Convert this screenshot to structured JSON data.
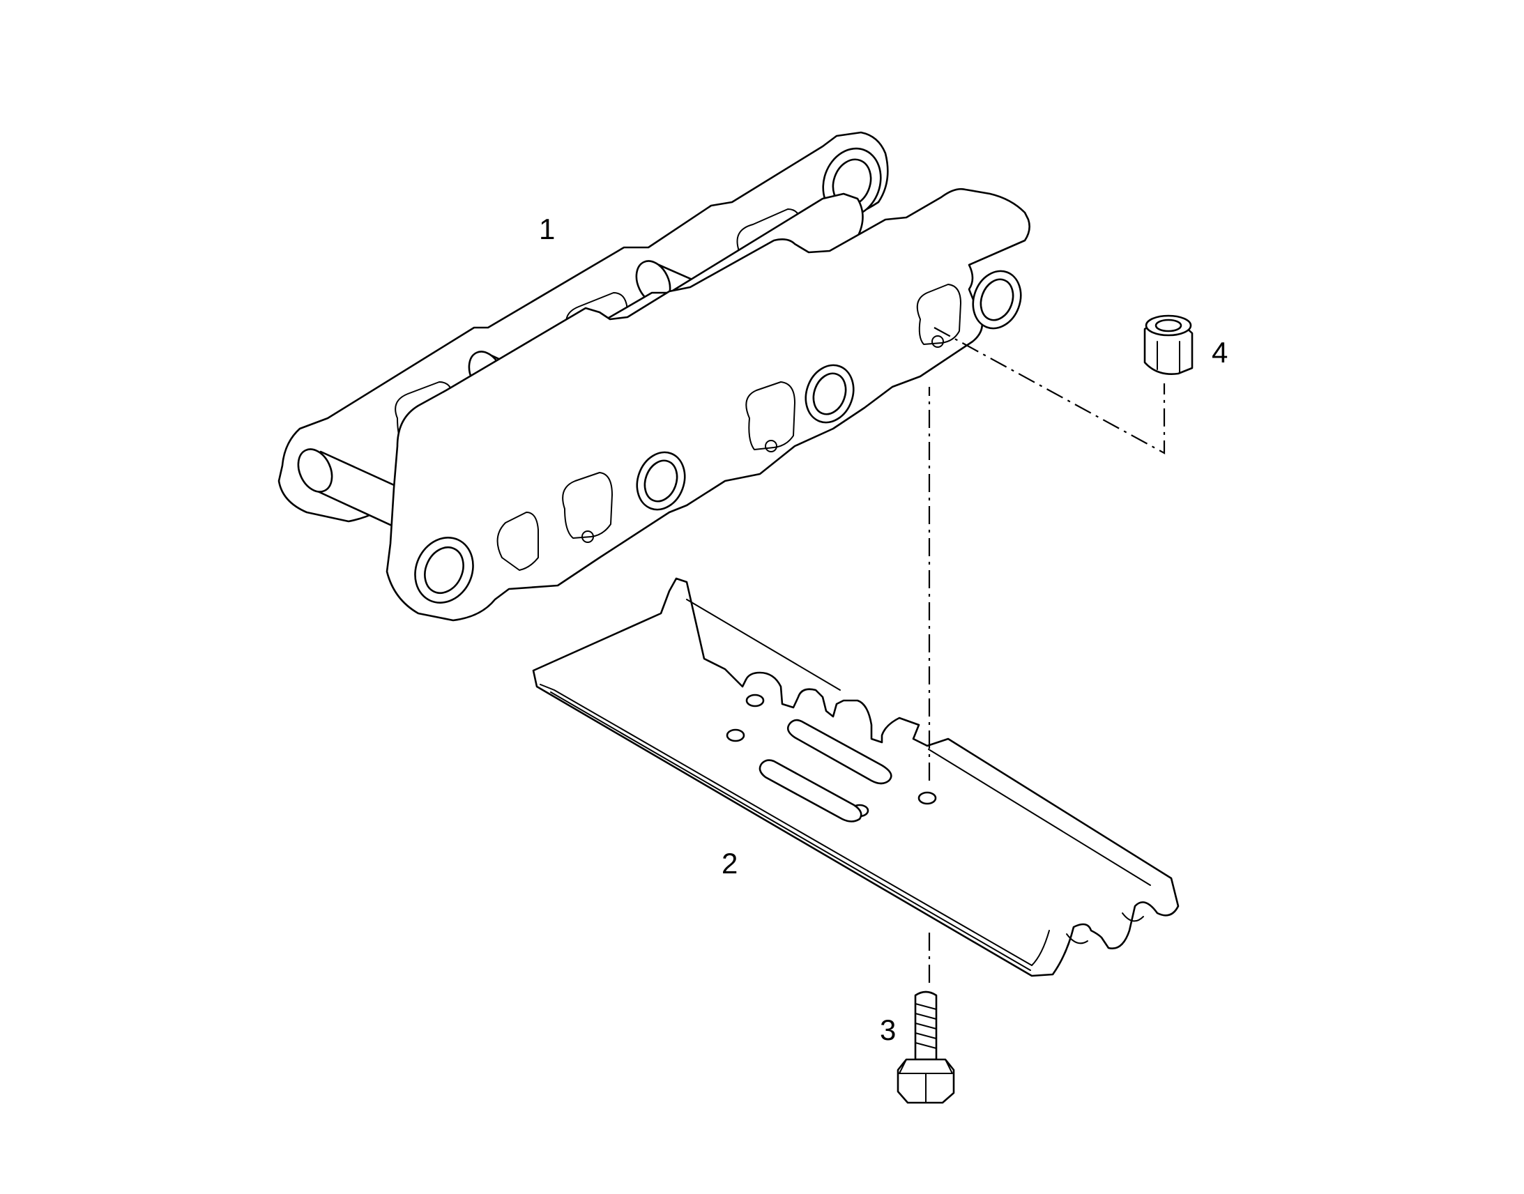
{
  "diagram": {
    "parts": [
      {
        "id": "chain-link-assembly",
        "callout": "1"
      },
      {
        "id": "track-shoe",
        "callout": "2"
      },
      {
        "id": "shoe-bolt",
        "callout": "3"
      },
      {
        "id": "nut",
        "callout": "4"
      }
    ],
    "colors": {
      "line": "#000000",
      "background": "#ffffff"
    }
  }
}
